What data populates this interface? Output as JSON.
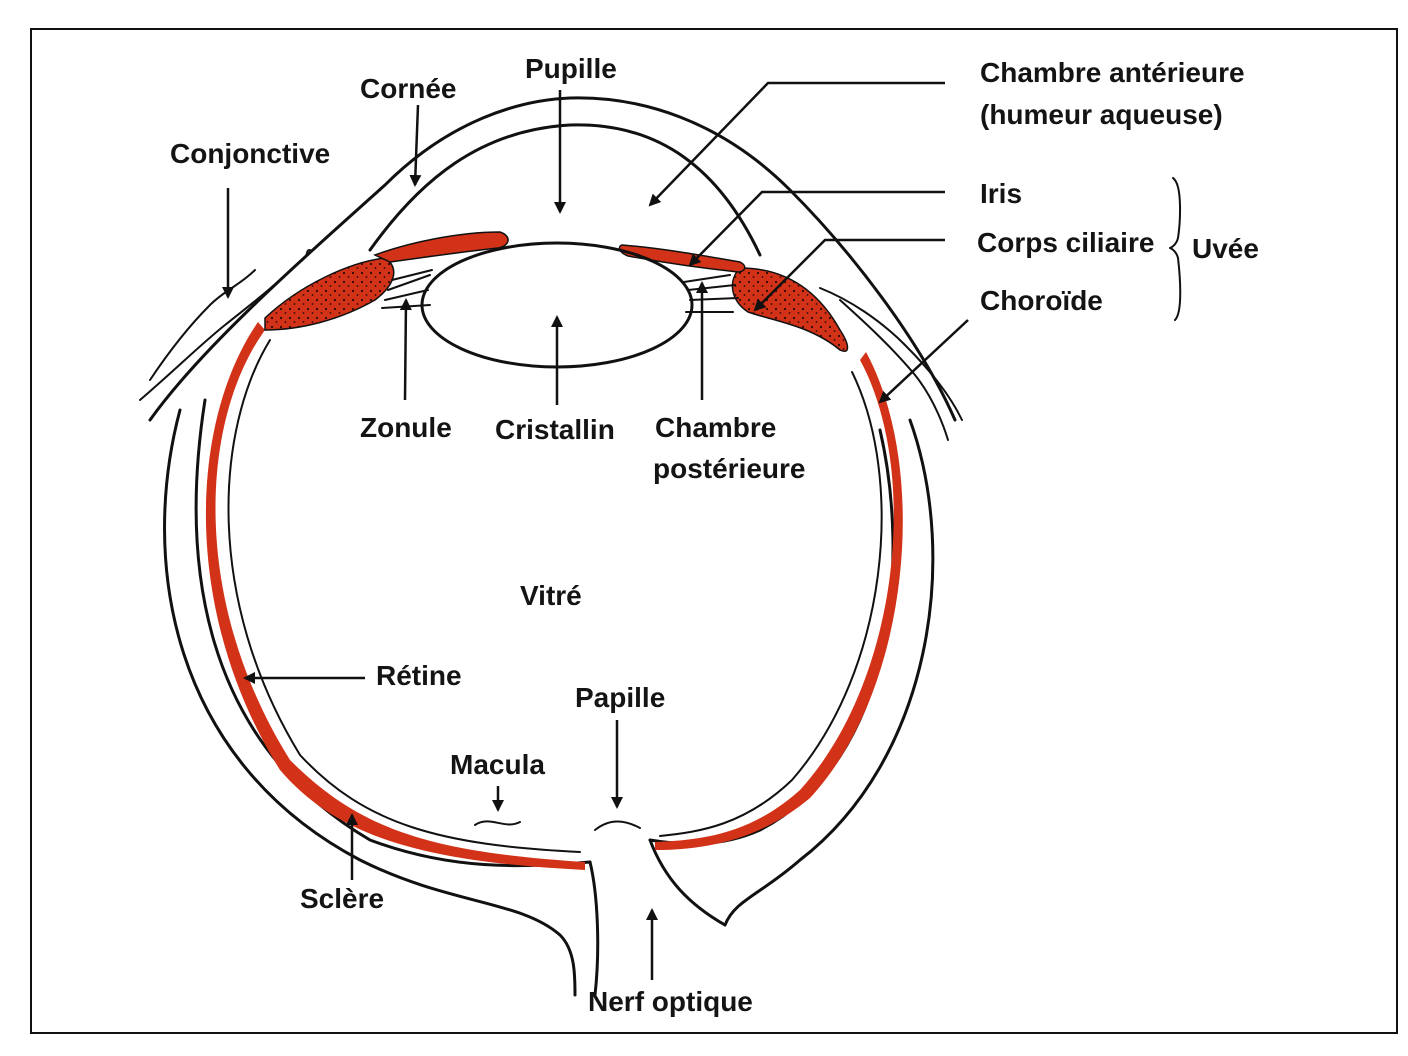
{
  "diagram": {
    "colors": {
      "ink": "#111111",
      "tissue": "#d23218",
      "background": "#ffffff"
    },
    "labels": {
      "pupille": "Pupille",
      "cornee": "Cornée",
      "conjonctive": "Conjonctive",
      "chambre_anterieure_1": "Chambre antérieure",
      "chambre_anterieure_2": "(humeur aqueuse)",
      "iris": "Iris",
      "corps_ciliaire": "Corps ciliaire",
      "choroide": "Choroïde",
      "uvee": "Uvée",
      "zonule": "Zonule",
      "cristallin": "Cristallin",
      "chambre_posterieure_1": "Chambre",
      "chambre_posterieure_2": "postérieure",
      "vitre": "Vitré",
      "retine": "Rétine",
      "papille": "Papille",
      "macula": "Macula",
      "sclere": "Sclère",
      "nerf_optique": "Nerf optique"
    }
  }
}
